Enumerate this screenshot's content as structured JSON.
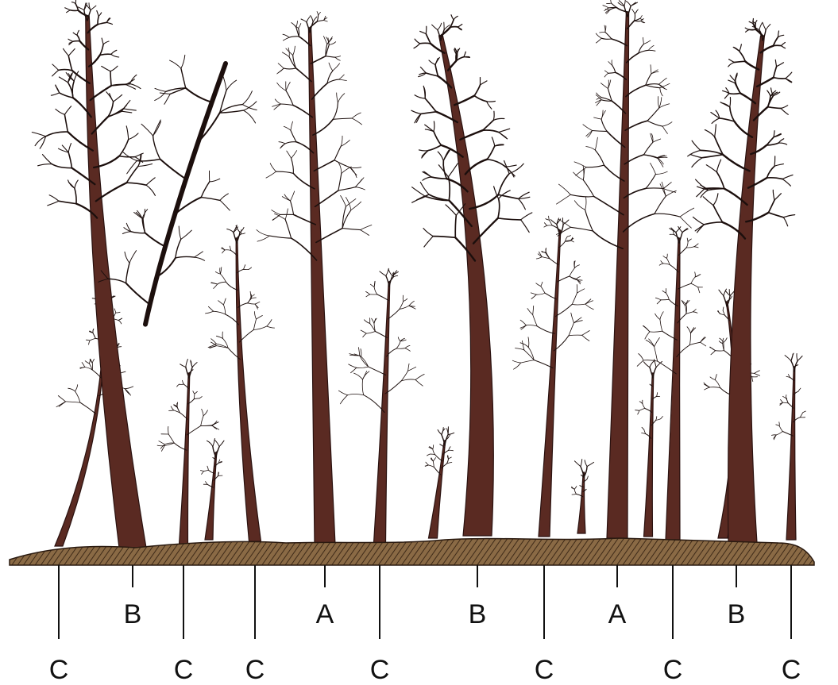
{
  "diagram": {
    "ground_color": "#7a5a3a",
    "trunk_color": "#5a2a22",
    "labels": [
      {
        "text": "C"
      },
      {
        "text": "B"
      },
      {
        "text": "C"
      },
      {
        "text": "C"
      },
      {
        "text": "A"
      },
      {
        "text": "C"
      },
      {
        "text": "B"
      },
      {
        "text": "C"
      },
      {
        "text": "A"
      },
      {
        "text": "C"
      },
      {
        "text": "B"
      },
      {
        "text": "C"
      }
    ]
  }
}
